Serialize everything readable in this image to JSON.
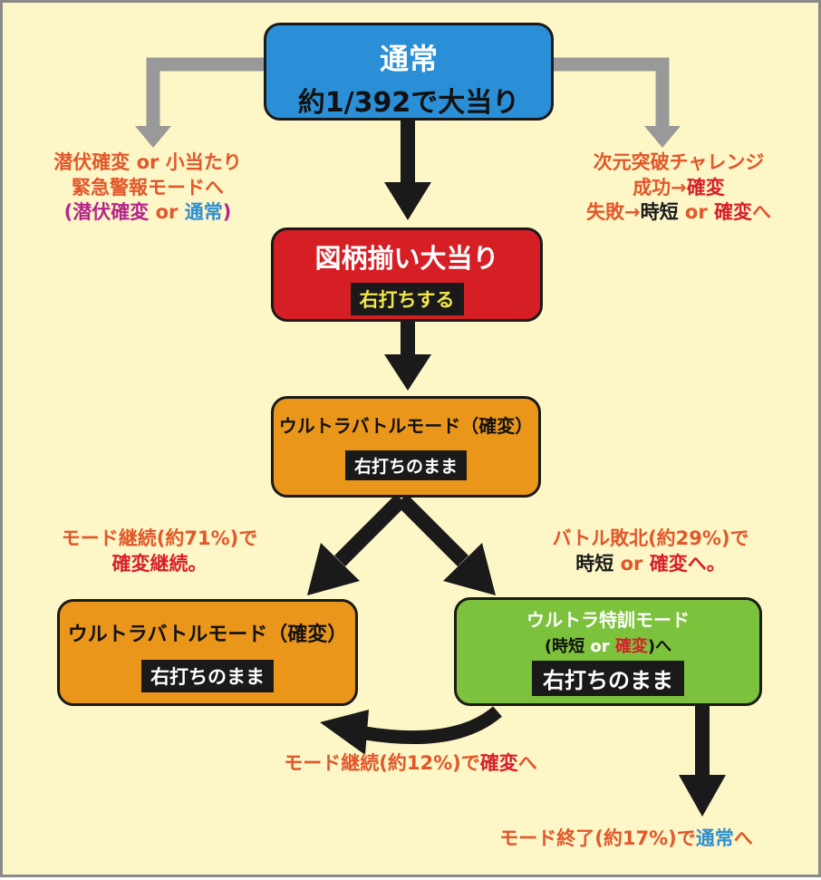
{
  "nodes": {
    "normal": {
      "line1": "通常",
      "line2": "約1/392で大当り"
    },
    "jackpot": {
      "line1": "図柄揃い大当り",
      "tag": "右打ちする"
    },
    "ultra_battle": {
      "line1": "ウルトラバトルモード（確変）",
      "tag": "右打ちのまま"
    },
    "ultra_battle_left": {
      "line1": "ウルトラバトルモード（確変）",
      "tag": "右打ちのまま"
    },
    "training": {
      "line1": "ウルトラ特訓モード",
      "paren_open": "(",
      "jitan": "時短",
      "or": "or",
      "kakuhen": "確変",
      "suffix": ")へ",
      "tag": "右打ちのまま"
    }
  },
  "notes": {
    "left_top": {
      "line1": "潜伏確変 or 小当たり",
      "line2": "緊急警報モードへ",
      "paren_open": "(",
      "senpuku": "潜伏確変",
      "or": "or",
      "normal": "通常",
      "paren_close": ")"
    },
    "right_top": {
      "line1": "次元突破チャレンジ",
      "success": "成功→",
      "kakuhen": "確変",
      "fail": "失敗→",
      "jitan": "時短",
      "or": "or",
      "kakuhen2": "確変",
      "he": "へ"
    },
    "mid_left": {
      "line1": "モード継続(約71%)で",
      "line2": "確変継続。"
    },
    "mid_right": {
      "line1": "バトル敗北(約29%)で",
      "jitan": "時短",
      "or": "or",
      "kakuhen": "確変へ。"
    },
    "continue": {
      "prefix": "モード継続(約12%)で",
      "kakuhen": "確変",
      "he": "へ"
    },
    "end": {
      "prefix": "モード終了(約17%)で",
      "normal": "通常",
      "he": "へ"
    }
  },
  "colors": {
    "background": "#fdf6c6",
    "normal_box": "#2a8fd6",
    "jackpot_box": "#d61e25",
    "battle_box": "#ea961b",
    "training_box": "#7cc23c",
    "arrow_main": "#1a1a1a",
    "arrow_side": "#999999",
    "text_orange": "#e2572b",
    "text_red": "#d81e2c",
    "text_blue": "#2f8fd0",
    "text_purple": "#b5268c"
  }
}
